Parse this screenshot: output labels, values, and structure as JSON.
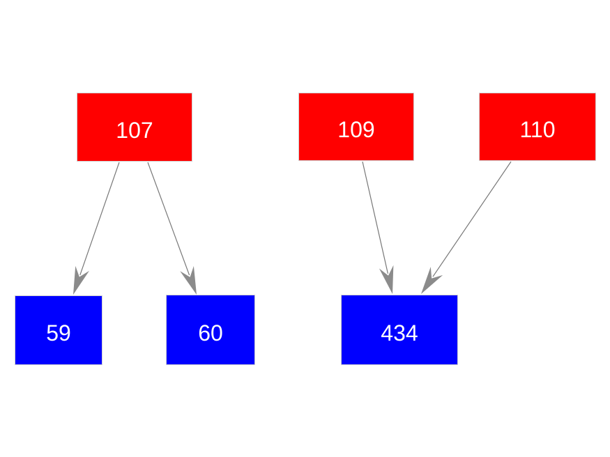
{
  "diagram": {
    "background_color": "#ffffff",
    "node_text_color": "#ffffff",
    "parent_node_color": "#ff0000",
    "child_node_color": "#0000ff",
    "edge_line_color": "#777777",
    "arrowhead_color": "#8b8b8b",
    "nodes": [
      {
        "id": "107",
        "label": "107",
        "row": "top",
        "color": "#ff0000"
      },
      {
        "id": "109",
        "label": "109",
        "row": "top",
        "color": "#ff0000"
      },
      {
        "id": "110",
        "label": "110",
        "row": "top",
        "color": "#ff0000"
      },
      {
        "id": "59",
        "label": "59",
        "row": "bottom",
        "color": "#0000ff"
      },
      {
        "id": "60",
        "label": "60",
        "row": "bottom",
        "color": "#0000ff"
      },
      {
        "id": "434",
        "label": "434",
        "row": "bottom",
        "color": "#0000ff"
      }
    ],
    "edges": [
      {
        "from": "107",
        "to": "59"
      },
      {
        "from": "107",
        "to": "60"
      },
      {
        "from": "109",
        "to": "434"
      },
      {
        "from": "110",
        "to": "434"
      }
    ]
  }
}
